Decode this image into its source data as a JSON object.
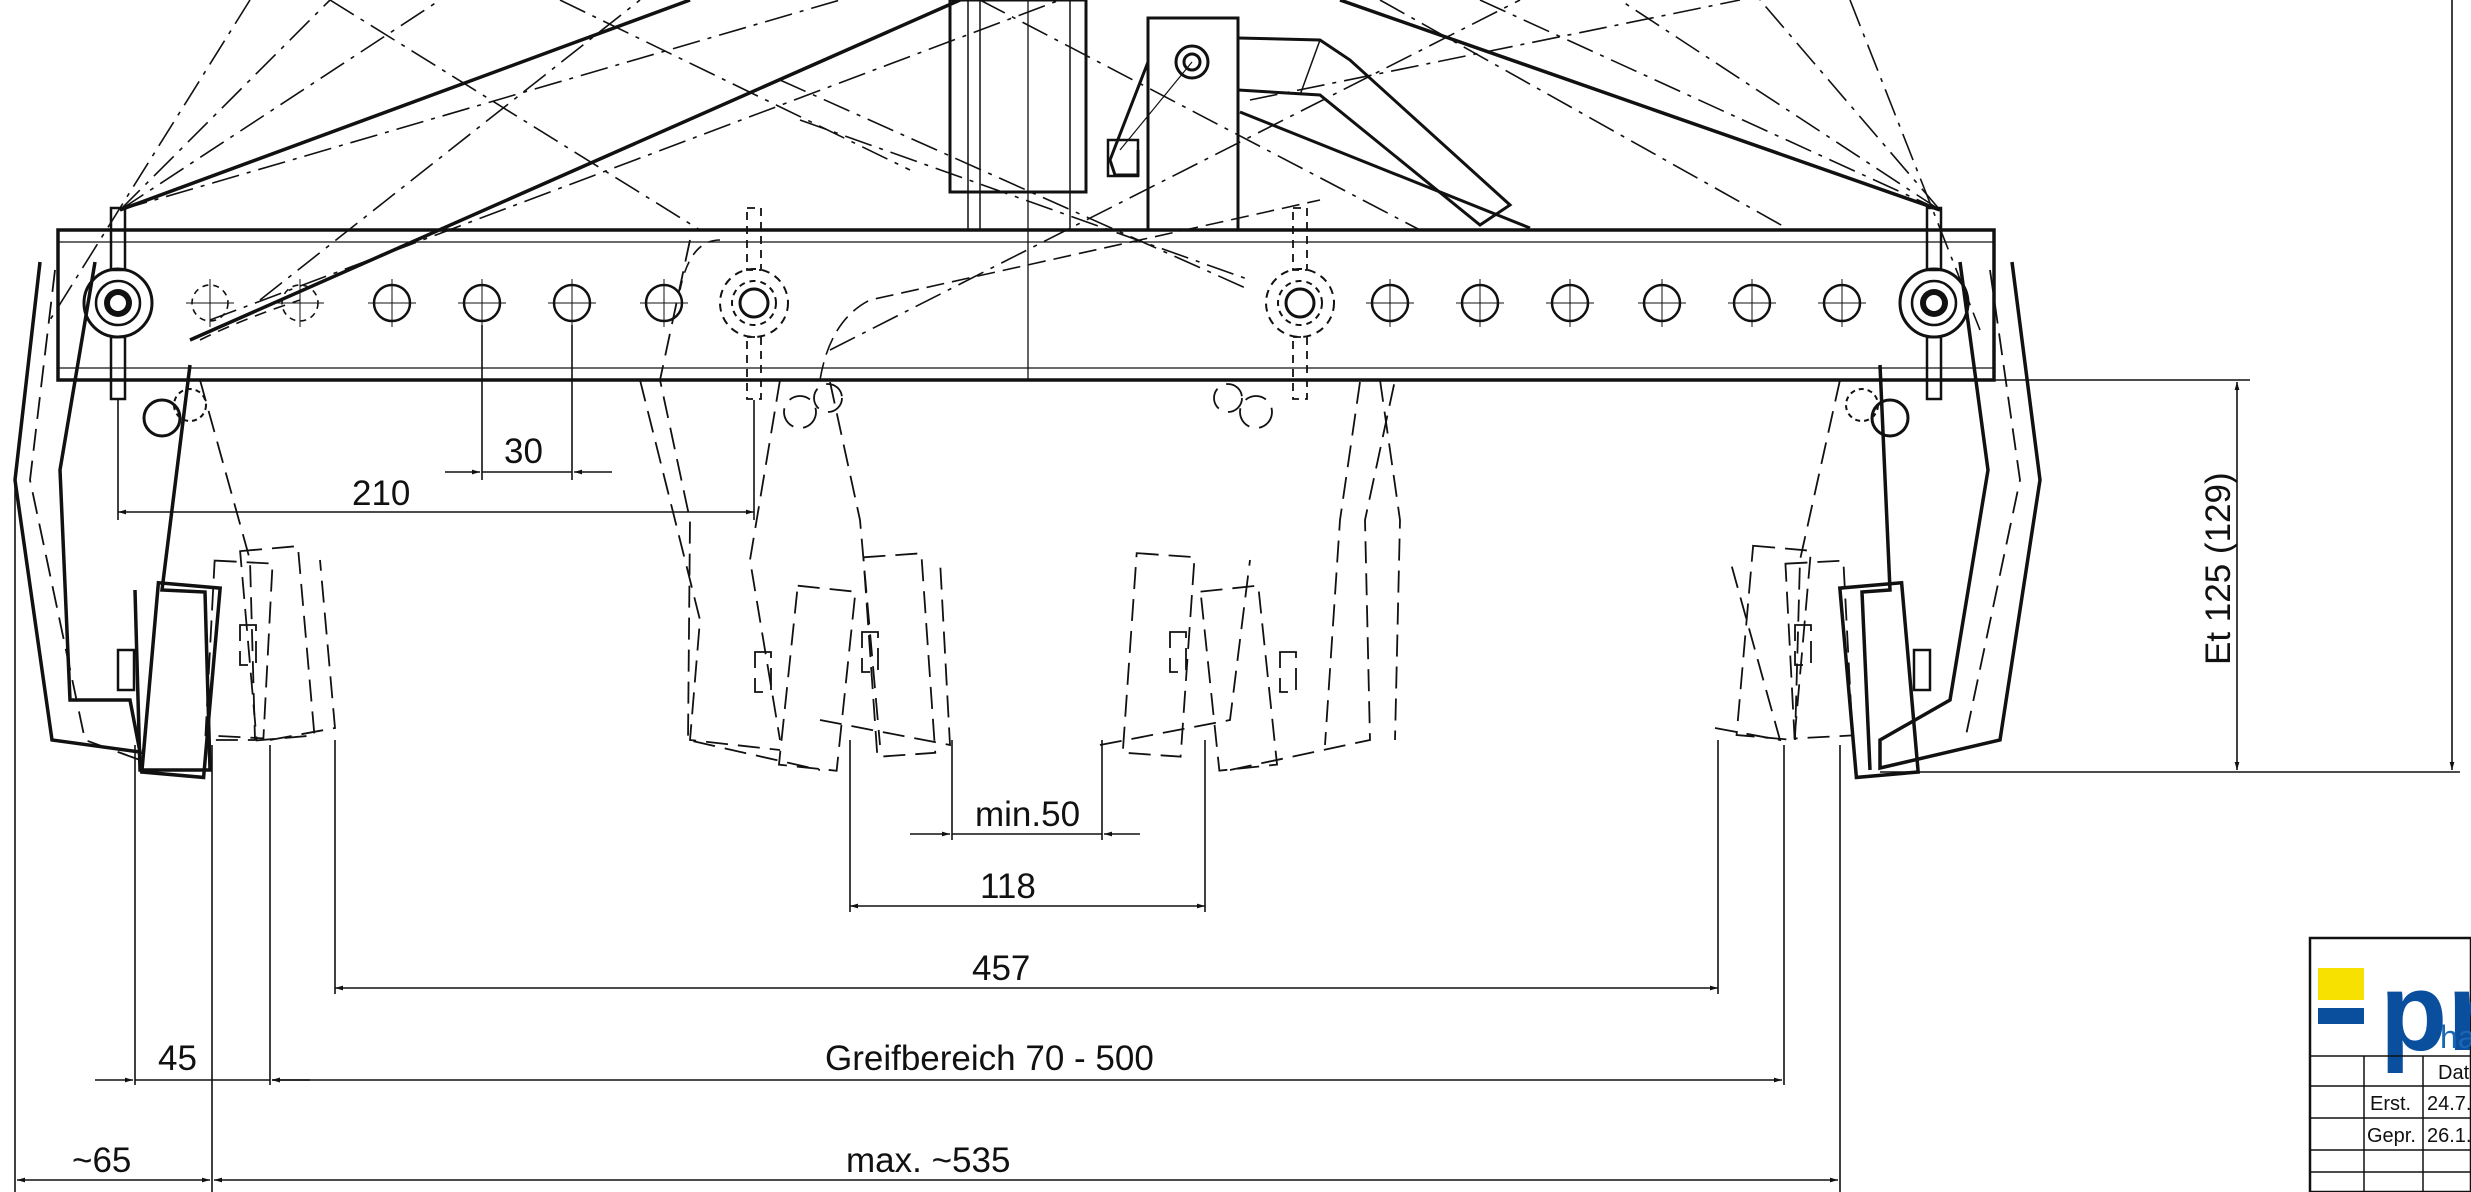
{
  "dimensions": {
    "d30": "30",
    "d210": "210",
    "min50": "min.50",
    "d118": "118",
    "d457": "457",
    "d45": "45",
    "greif": "Greifbereich 70 - 500",
    "d65": "~65",
    "max535": "max. ~535",
    "et125": "Et 125 (129)"
  },
  "title_block": {
    "logo_text": "pr",
    "logo_sub": "ha",
    "col_date": "Datu",
    "row1_label": "Erst.",
    "row1_date": "24.7.",
    "row2_label": "Gepr.",
    "row2_date": "26.1."
  },
  "colors": {
    "ink": "#111111",
    "logo_yellow": "#f6e100",
    "logo_blue": "#0a4f9e"
  }
}
